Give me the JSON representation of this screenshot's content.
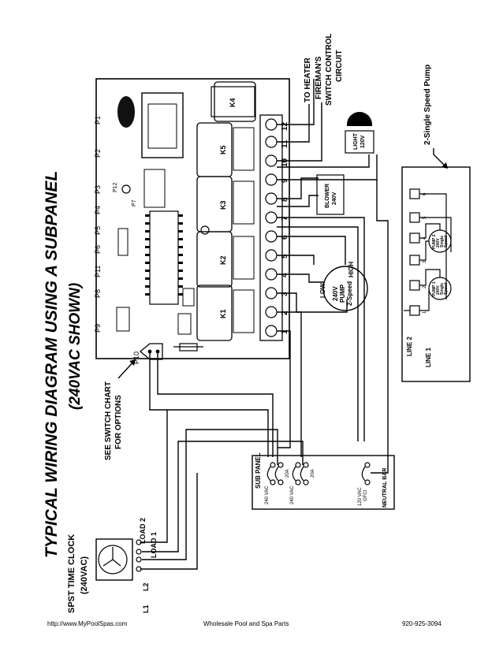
{
  "title": {
    "line1": "TYPICAL WIRING DIAGRAM USING A SUBPANEL",
    "line2": "(240VAC SHOWN)"
  },
  "connectors": {
    "top_row": [
      "P9",
      "P8",
      "P11",
      "P6",
      "P5",
      "P4",
      "P3",
      "P2",
      "P1"
    ],
    "p10": "P10",
    "p12": "P12",
    "p7": "P7"
  },
  "relays": [
    "K1",
    "K2",
    "K3",
    "K5",
    "K4"
  ],
  "terminals": [
    "1",
    "2",
    "3",
    "4",
    "5",
    "6",
    "7",
    "8",
    "9",
    "10",
    "11",
    "12"
  ],
  "labels": {
    "to_heater": "TO HEATER",
    "fireman_l1": "FIREMAN'S",
    "fireman_l2": "SWITCH CONTROL",
    "fireman_l3": "CIRCUIT",
    "light_l1": "LIGHT",
    "light_l2": "120V",
    "blower_l1": "BLOWER",
    "blower_l2": "240V",
    "pump_l1": "240V",
    "pump_l2": "PUMP",
    "pump_l3": "2-Speed",
    "low": "LOW",
    "high": "HIGH",
    "switch_chart_l1": "SEE SWITCH CHART",
    "switch_chart_l2": "FOR OPTIONS",
    "two_single_speed": "2-Single Speed Pump",
    "line2": "LINE 2",
    "line1": "LINE 1",
    "pump1_a": "PUMP 1",
    "pump1_b": "240V",
    "pump1_c": "Single",
    "pump1_d": "Speed",
    "pump2_a": "PUMP 2",
    "pump2_b": "240V",
    "pump2_c": "Single",
    "pump2_d": "Speed",
    "sub_panel": "SUB PANEL",
    "vac240_a": "240 VAC",
    "vac240_b": "240 VAC",
    "amp20_a": "20A",
    "amp20_b": "20A",
    "gfci_l1": "120 VAC",
    "gfci_l2": "GFCI",
    "neutral_bar": "NEUTRAL BAR",
    "spst_l1": "SPST TIME CLOCK",
    "spst_l2": "(240VAC)",
    "load2": "LOAD 2",
    "load1": "LOAD 1",
    "l2": "L2",
    "l1": "L1"
  },
  "mini_terminals": [
    "1",
    "2",
    "3",
    "4",
    "5",
    "6"
  ],
  "footer": {
    "url": "http://www.MyPoolSpas.com",
    "company": "Wholesale Pool and Spa Parts",
    "phone": "920-925-3094"
  }
}
